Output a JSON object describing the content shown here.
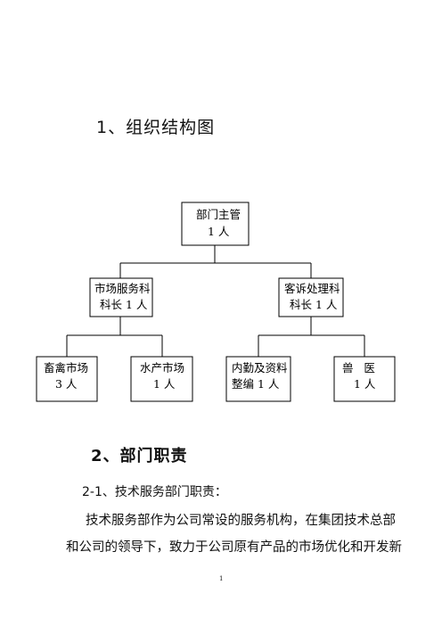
{
  "section1_heading": "1、组织结构图",
  "org_chart": {
    "root": {
      "line1": "部门主管",
      "line2": "1 人"
    },
    "level2": [
      {
        "line1": "市场服务科",
        "line2": "科长 1 人"
      },
      {
        "line1": "客诉处理科",
        "line2": "科长 1 人"
      }
    ],
    "level3": [
      {
        "line1": "畜禽市场",
        "line2": "3  人"
      },
      {
        "line1": "水产市场",
        "line2": "1 人"
      },
      {
        "line1": "内勤及资料",
        "line2": "整编   1 人"
      },
      {
        "line1": "兽   医",
        "line2": "1 人"
      }
    ]
  },
  "section2_heading": "2、部门职责",
  "subsection_heading": "2-1、技术服务部门职责：",
  "paragraph_lines": [
    "技术服务部作为公司常设的服务机构，在集团技术总部",
    "和公司的领导下，致力于公司原有产品的市场优化和开发新"
  ],
  "page_number": "1"
}
